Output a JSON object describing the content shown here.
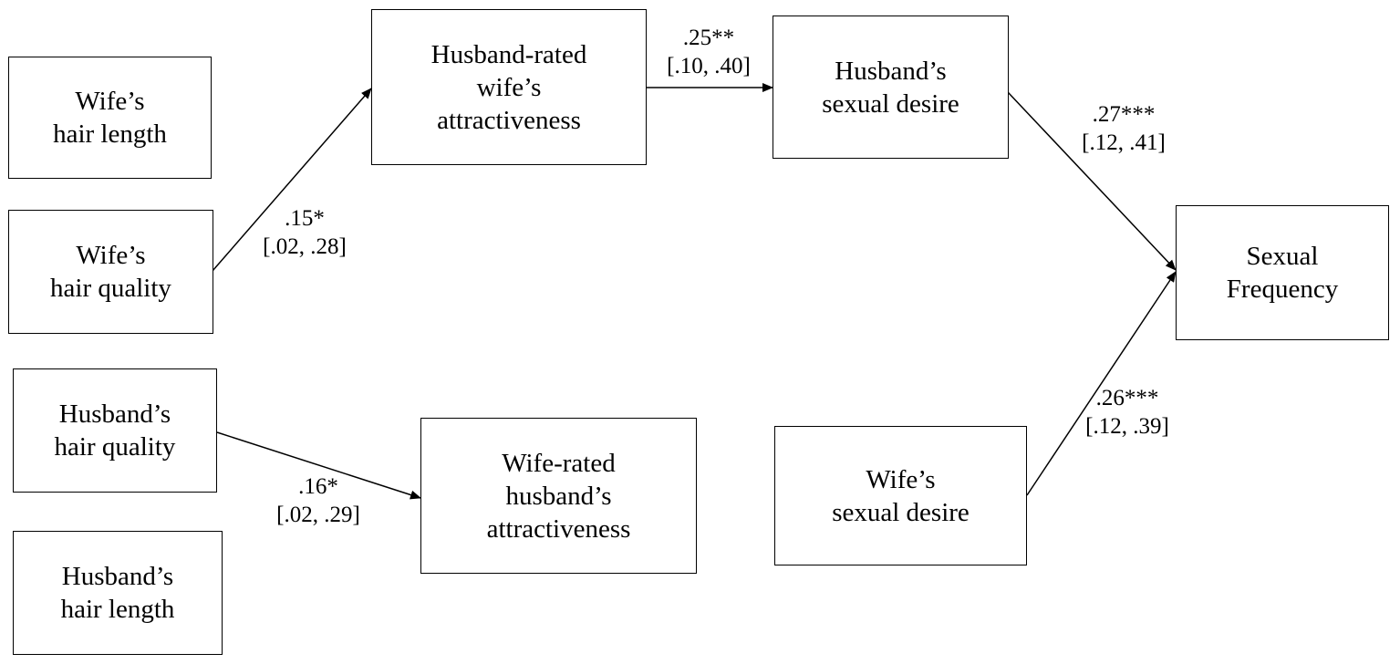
{
  "nodes": {
    "wife_hair_length": {
      "line1": "Wife’s",
      "line2": "hair length"
    },
    "wife_hair_quality": {
      "line1": "Wife’s",
      "line2": "hair quality"
    },
    "husband_hair_quality": {
      "line1": "Husband’s",
      "line2": "hair quality"
    },
    "husband_hair_length": {
      "line1": "Husband’s",
      "line2": "hair length"
    },
    "husband_rated_wife_attr": {
      "line1": "Husband-rated",
      "line2": "wife’s",
      "line3": "attractiveness"
    },
    "wife_rated_husband_attr": {
      "line1": "Wife-rated",
      "line2": "husband’s",
      "line3": "attractiveness"
    },
    "husband_desire": {
      "line1": "Husband’s",
      "line2": "sexual desire"
    },
    "wife_desire": {
      "line1": "Wife’s",
      "line2": "sexual desire"
    },
    "sexual_frequency": {
      "line1": "Sexual",
      "line2": "Frequency"
    }
  },
  "paths": {
    "wife_quality_to_husband_rated": {
      "coef": ".15*",
      "ci": "[.02, .28]"
    },
    "husband_quality_to_wife_rated": {
      "coef": ".16*",
      "ci": "[.02, .29]"
    },
    "husband_rated_to_husband_desire": {
      "coef": ".25**",
      "ci": "[.10, .40]"
    },
    "husband_desire_to_frequency": {
      "coef": ".27***",
      "ci": "[.12, .41]"
    },
    "wife_desire_to_frequency": {
      "coef": ".26***",
      "ci": "[.12, .39]"
    }
  }
}
